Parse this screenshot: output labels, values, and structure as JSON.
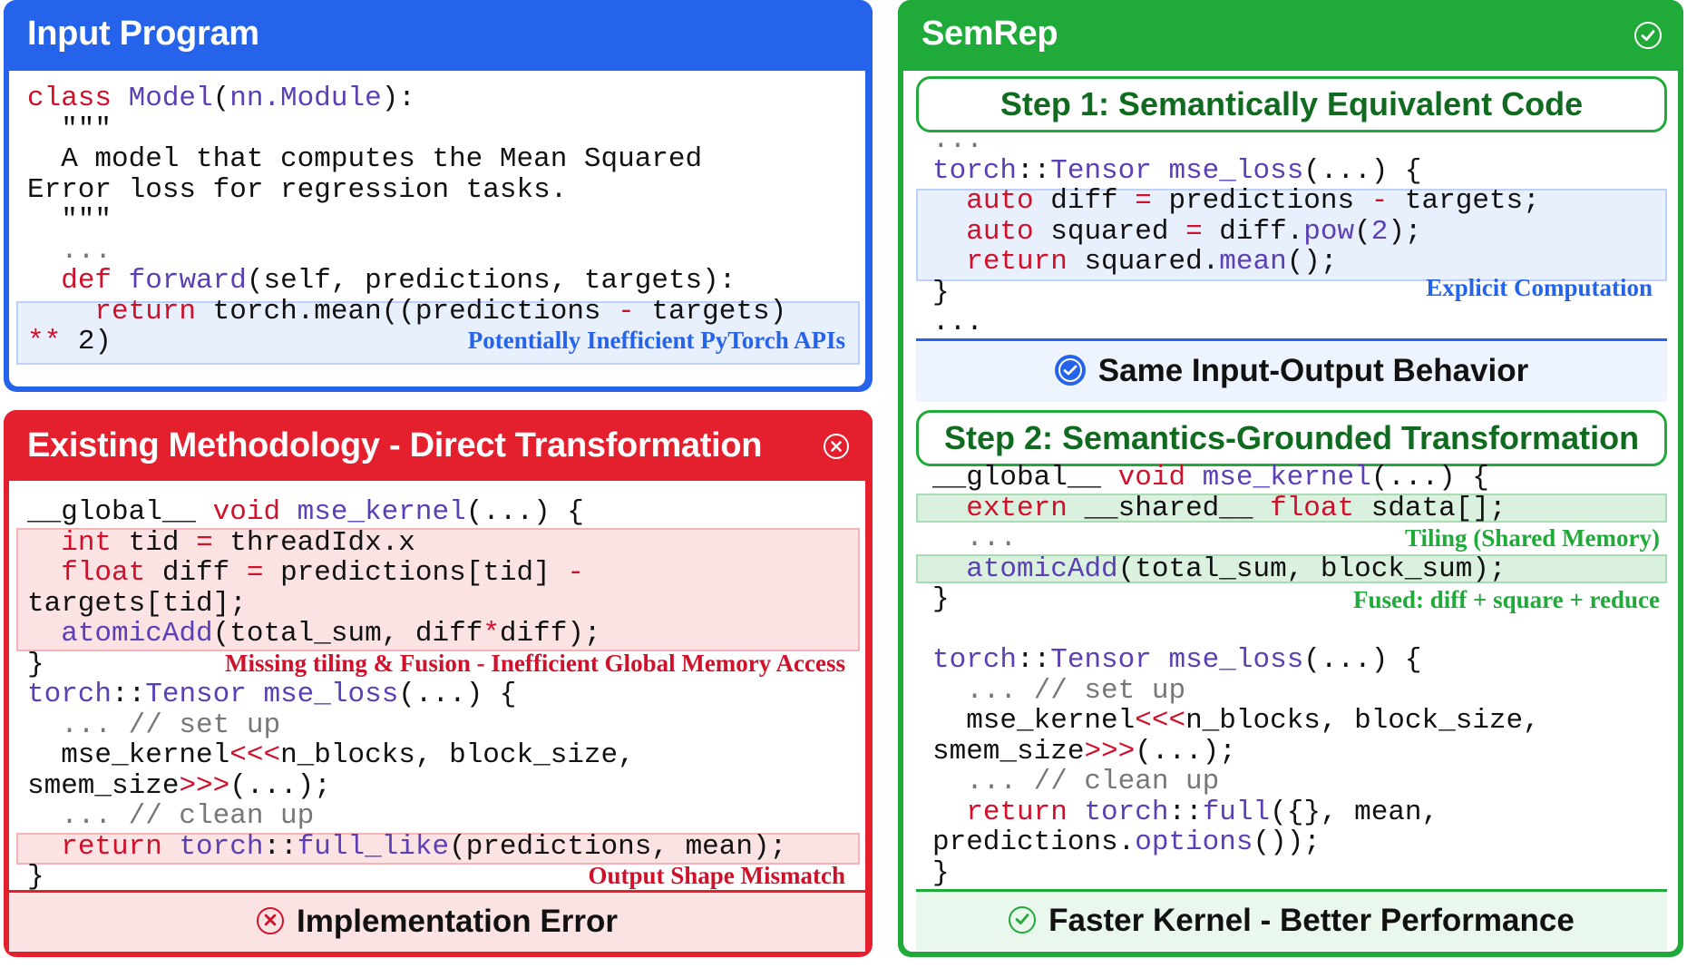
{
  "input_panel": {
    "title": "Input Program",
    "code": [
      [
        [
          "class ",
          "kw"
        ],
        [
          "Model",
          "fn"
        ],
        [
          "(",
          ""
        ],
        [
          "nn.Module",
          "fn"
        ],
        [
          "):",
          ""
        ]
      ],
      [
        [
          "  \"\"\"",
          ""
        ]
      ],
      [
        [
          "  A model that computes the Mean Squared",
          ""
        ]
      ],
      [
        [
          "Error loss for regression tasks.",
          ""
        ]
      ],
      [
        [
          "  \"\"\"",
          ""
        ]
      ],
      [
        [
          "  ...",
          "cm"
        ]
      ],
      [
        [
          "  ",
          ""
        ],
        [
          "def ",
          "kw"
        ],
        [
          "forward",
          "fn"
        ],
        [
          "(self, predictions, targets):",
          ""
        ]
      ],
      [
        [
          "    ",
          ""
        ],
        [
          "return ",
          "kw"
        ],
        [
          "torch.mean((predictions ",
          ""
        ],
        [
          "-",
          "op"
        ],
        [
          " targets)",
          ""
        ]
      ],
      [
        [
          "** ",
          "op"
        ],
        [
          "2",
          ""
        ],
        [
          ")",
          ""
        ]
      ]
    ],
    "note": "Potentially Inefficient PyTorch APIs"
  },
  "existing_panel": {
    "title": "Existing Methodology - Direct Transformation",
    "code": [
      [
        [
          "__global__ ",
          ""
        ],
        [
          "void ",
          "kw"
        ],
        [
          "mse_kernel",
          "fn"
        ],
        [
          "(...) {",
          ""
        ]
      ],
      [
        [
          "  ",
          ""
        ],
        [
          "int ",
          "kw"
        ],
        [
          "tid ",
          ""
        ],
        [
          "=",
          "op"
        ],
        [
          " threadIdx.x",
          ""
        ]
      ],
      [
        [
          "  ",
          ""
        ],
        [
          "float ",
          "kw"
        ],
        [
          "diff ",
          ""
        ],
        [
          "=",
          "op"
        ],
        [
          " predictions[tid] ",
          ""
        ],
        [
          "-",
          "op"
        ]
      ],
      [
        [
          "targets[tid];",
          ""
        ]
      ],
      [
        [
          "  ",
          ""
        ],
        [
          "atomicAdd",
          "fn"
        ],
        [
          "(total_sum, diff",
          ""
        ],
        [
          "*",
          "op"
        ],
        [
          "diff);",
          ""
        ]
      ],
      [
        [
          "}",
          ""
        ]
      ],
      [
        [
          "torch",
          "fn"
        ],
        [
          "::",
          ""
        ],
        [
          "Tensor ",
          "fn"
        ],
        [
          "mse_loss",
          "fn"
        ],
        [
          "(...) {",
          ""
        ]
      ],
      [
        [
          "  ... // set up",
          "cm"
        ]
      ],
      [
        [
          "  mse_kernel",
          ""
        ],
        [
          "<<<",
          "op"
        ],
        [
          "n_blocks, block_size,",
          ""
        ]
      ],
      [
        [
          "smem_size",
          ""
        ],
        [
          ">>>",
          "op"
        ],
        [
          "(...);",
          ""
        ]
      ],
      [
        [
          "  ... // clean up",
          "cm"
        ]
      ],
      [
        [
          "  ",
          ""
        ],
        [
          "return ",
          "kw"
        ],
        [
          "torch",
          "fn"
        ],
        [
          "::",
          ""
        ],
        [
          "full_like",
          "fn"
        ],
        [
          "(predictions, mean);",
          ""
        ]
      ],
      [
        [
          "}",
          ""
        ]
      ]
    ],
    "note1": "Missing tiling & Fusion - Inefficient Global Memory Access",
    "note2": "Output Shape Mismatch",
    "result": "Implementation Error"
  },
  "semrep_panel": {
    "title": "SemRep",
    "step1": {
      "title": "Step 1: Semantically Equivalent Code",
      "code": [
        [
          [
            "...",
            "cm"
          ]
        ],
        [
          [
            "torch",
            "fn"
          ],
          [
            "::",
            ""
          ],
          [
            "Tensor ",
            "fn"
          ],
          [
            "mse_loss",
            "fn"
          ],
          [
            "(...) {",
            ""
          ]
        ],
        [
          [
            "  ",
            ""
          ],
          [
            "auto ",
            "kw"
          ],
          [
            "diff ",
            ""
          ],
          [
            "=",
            "op"
          ],
          [
            " predictions ",
            ""
          ],
          [
            "-",
            "op"
          ],
          [
            " targets;",
            ""
          ]
        ],
        [
          [
            "  ",
            ""
          ],
          [
            "auto ",
            "kw"
          ],
          [
            "squared ",
            ""
          ],
          [
            "=",
            "op"
          ],
          [
            " diff.",
            ""
          ],
          [
            "pow",
            "fn"
          ],
          [
            "(",
            ""
          ],
          [
            "2",
            "fn"
          ],
          [
            ");",
            ""
          ]
        ],
        [
          [
            "  ",
            ""
          ],
          [
            "return ",
            "kw"
          ],
          [
            "squared.",
            ""
          ],
          [
            "mean",
            "fn"
          ],
          [
            "();",
            ""
          ]
        ],
        [
          [
            "}",
            ""
          ]
        ],
        [
          [
            "...",
            ""
          ]
        ]
      ],
      "note": "Explicit Computation",
      "result": "Same Input-Output Behavior"
    },
    "step2": {
      "title": "Step 2: Semantics-Grounded Transformation",
      "code": [
        [
          [
            "__global__ ",
            ""
          ],
          [
            "void ",
            "kw"
          ],
          [
            "mse_kernel",
            "fn"
          ],
          [
            "(...) {",
            ""
          ]
        ],
        [
          [
            "  ",
            ""
          ],
          [
            "extern ",
            "kw"
          ],
          [
            "__shared__ ",
            ""
          ],
          [
            "float ",
            "kw"
          ],
          [
            "sdata[];",
            ""
          ]
        ],
        [
          [
            "  ...",
            "cm"
          ]
        ],
        [
          [
            "  ",
            ""
          ],
          [
            "atomicAdd",
            "fn"
          ],
          [
            "(total_sum, block_sum);",
            ""
          ]
        ],
        [
          [
            "}",
            ""
          ]
        ],
        [
          [
            "",
            ""
          ]
        ],
        [
          [
            "torch",
            "fn"
          ],
          [
            "::",
            ""
          ],
          [
            "Tensor ",
            "fn"
          ],
          [
            "mse_loss",
            "fn"
          ],
          [
            "(...) {",
            ""
          ]
        ],
        [
          [
            "  ... // set up",
            "cm"
          ]
        ],
        [
          [
            "  mse_kernel",
            ""
          ],
          [
            "<<<",
            "op"
          ],
          [
            "n_blocks, block_size,",
            ""
          ]
        ],
        [
          [
            "smem_size",
            ""
          ],
          [
            ">>>",
            "op"
          ],
          [
            "(...);",
            ""
          ]
        ],
        [
          [
            "  ... // clean up",
            "cm"
          ]
        ],
        [
          [
            "  ",
            ""
          ],
          [
            "return ",
            "kw"
          ],
          [
            "torch",
            "fn"
          ],
          [
            "::",
            ""
          ],
          [
            "full",
            "fn"
          ],
          [
            "({}, mean,",
            ""
          ]
        ],
        [
          [
            "predictions.",
            ""
          ],
          [
            "options",
            "fn"
          ],
          [
            "());",
            ""
          ]
        ],
        [
          [
            "}",
            ""
          ]
        ]
      ],
      "note1": "Tiling (Shared Memory)",
      "note2": "Fused: diff + square + reduce",
      "result": "Faster Kernel - Better Performance"
    }
  }
}
